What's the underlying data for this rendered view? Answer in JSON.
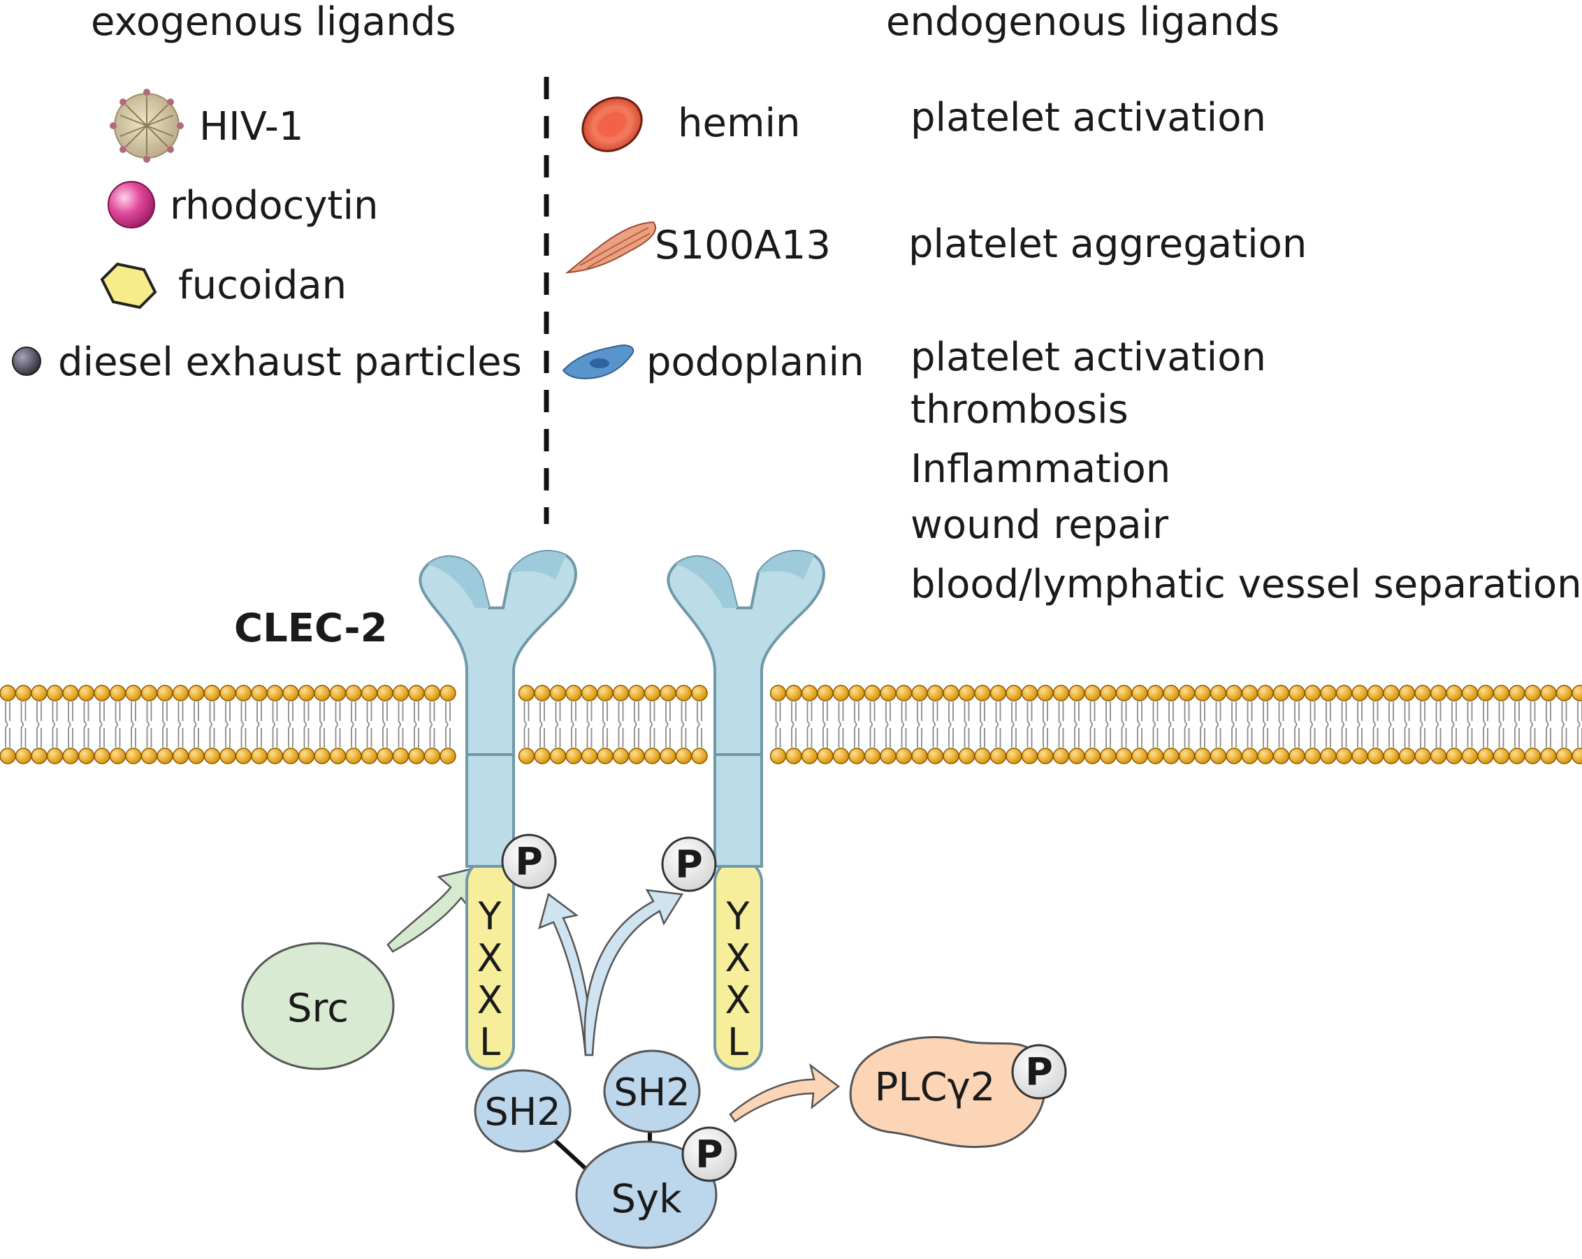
{
  "headers": {
    "exogenous": "exogenous ligands",
    "endogenous": "endogenous ligands"
  },
  "exogenous_ligands": [
    {
      "label": "HIV-1",
      "icon": "virus-icon",
      "color": "#c9bfa0"
    },
    {
      "label": "rhodocytin",
      "icon": "pink-sphere-icon",
      "color": "#e0489a"
    },
    {
      "label": "fucoidan",
      "icon": "hexagon-icon",
      "color": "#f6ec8a"
    },
    {
      "label": "diesel exhaust particles",
      "icon": "dark-sphere-icon",
      "color": "#4a4658"
    }
  ],
  "endogenous_ligands": [
    {
      "label": "hemin",
      "icon": "red-blood-cell-icon",
      "color": "#f0634a",
      "effects": [
        "platelet activation"
      ]
    },
    {
      "label": "S100A13",
      "icon": "muscle-fiber-icon",
      "color": "#e8967a",
      "effects": [
        "platelet aggregation"
      ]
    },
    {
      "label": "podoplanin",
      "icon": "endothelial-cell-icon",
      "color": "#5a94cc",
      "effects": [
        "platelet activation",
        "thrombosis",
        "Inflammation",
        "wound repair",
        "blood/lymphatic vessel separation"
      ]
    }
  ],
  "receptor": {
    "label": "CLEC-2",
    "motif": [
      "Y",
      "X",
      "X",
      "L"
    ],
    "phospho": "P",
    "color": "#bcdde8"
  },
  "molecules": {
    "src": "Src",
    "syk": "Syk",
    "sh2_a": "SH2",
    "sh2_b": "SH2",
    "plc": "PLCγ2",
    "phospho": "P"
  },
  "colors": {
    "membrane_head": "#f2a91a",
    "src": "#d9ead3",
    "syk": "#bcd6ec",
    "plc": "#fbd5b5",
    "motif": "#f6ee9a"
  }
}
